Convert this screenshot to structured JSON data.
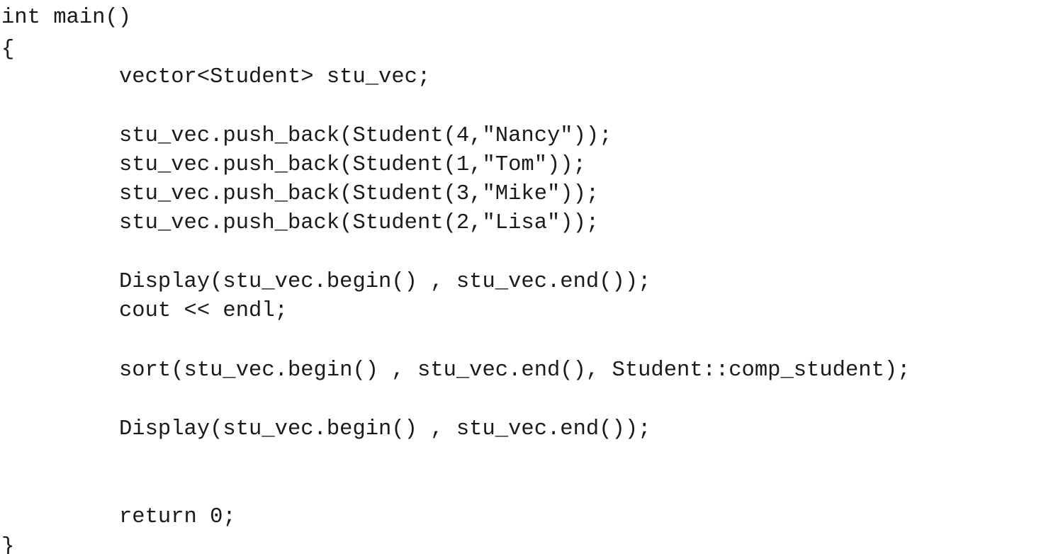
{
  "editor": {
    "lines": [
      "int main()",
      "{",
      "vector<Student> stu_vec;",
      "stu_vec.push_back(Student(4,\"Nancy\"));",
      "stu_vec.push_back(Student(1,\"Tom\"));",
      "stu_vec.push_back(Student(3,\"Mike\"));",
      "stu_vec.push_back(Student(2,\"Lisa\"));",
      "Display(stu_vec.begin() , stu_vec.end());",
      "cout << endl;",
      "sort(stu_vec.begin() , stu_vec.end(), Student::comp_student);",
      "Display(stu_vec.begin() , stu_vec.end());",
      "return 0;",
      "}"
    ]
  }
}
